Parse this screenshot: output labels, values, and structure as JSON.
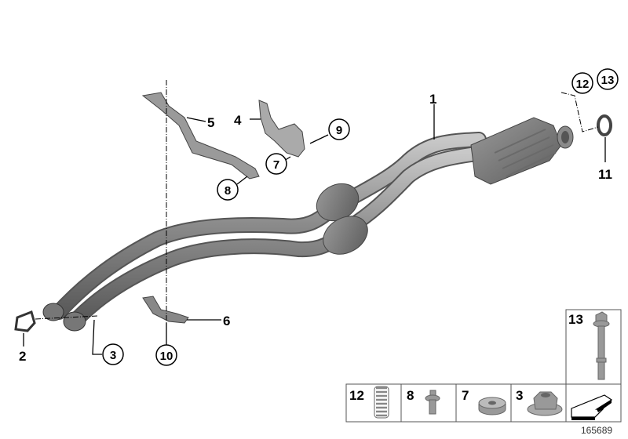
{
  "diagram": {
    "callouts": [
      {
        "id": "1",
        "label": "1",
        "circled": false
      },
      {
        "id": "2",
        "label": "2",
        "circled": false
      },
      {
        "id": "3",
        "label": "3",
        "circled": true
      },
      {
        "id": "4",
        "label": "4",
        "circled": false
      },
      {
        "id": "5",
        "label": "5",
        "circled": false
      },
      {
        "id": "6",
        "label": "6",
        "circled": false
      },
      {
        "id": "7",
        "label": "7",
        "circled": true
      },
      {
        "id": "8",
        "label": "8",
        "circled": true
      },
      {
        "id": "9",
        "label": "9",
        "circled": true
      },
      {
        "id": "10",
        "label": "10",
        "circled": true
      },
      {
        "id": "11",
        "label": "11",
        "circled": false
      },
      {
        "id": "12",
        "label": "12",
        "circled": true
      },
      {
        "id": "13",
        "label": "13",
        "circled": true
      }
    ],
    "parts_panel": [
      {
        "label": "12",
        "part": "spring"
      },
      {
        "label": "8",
        "part": "screw"
      },
      {
        "label": "7",
        "part": "bushing"
      },
      {
        "label": "3",
        "part": "hex-collar-nut"
      },
      {
        "label": "13",
        "part": "bolt"
      }
    ],
    "diagram_number": "165689",
    "colors": {
      "part_fill": "#8f8f8f",
      "part_dark": "#5e5e5e",
      "part_light": "#c4c4c4",
      "line": "#000000"
    }
  }
}
